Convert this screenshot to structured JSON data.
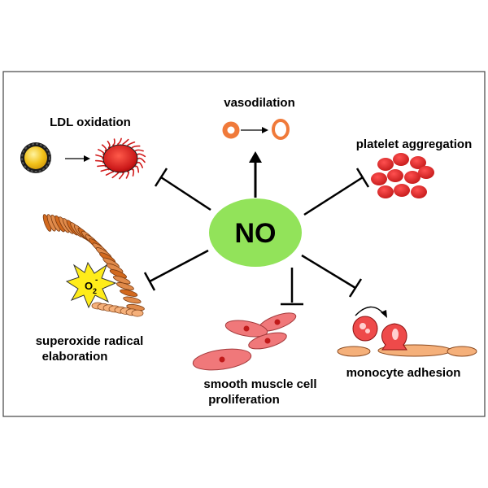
{
  "center": {
    "label": "NO",
    "color": "#92e35a"
  },
  "effects": {
    "vasodilation": "vasodilation",
    "ldl_oxidation": "LDL oxidation",
    "platelet_aggregation": "platelet aggregation",
    "superoxide_line1": "superoxide radical",
    "superoxide_line2": "elaboration",
    "smc_line1": "smooth muscle cell",
    "smc_line2": "proliferation",
    "monocyte_adhesion": "monocyte adhesion"
  },
  "superoxide_symbol": "O",
  "superoxide_subscript": "2",
  "superoxide_charge": "-",
  "colors": {
    "cell_red": "#d9232a",
    "vessel_orange": "#f07a3a",
    "smooth_muscle_pink": "#f0787a",
    "endothelium_peach": "#f5b07a",
    "ldl_yellow": "#f2c21b",
    "star_yellow": "#ffec1a",
    "border": "#333333"
  }
}
